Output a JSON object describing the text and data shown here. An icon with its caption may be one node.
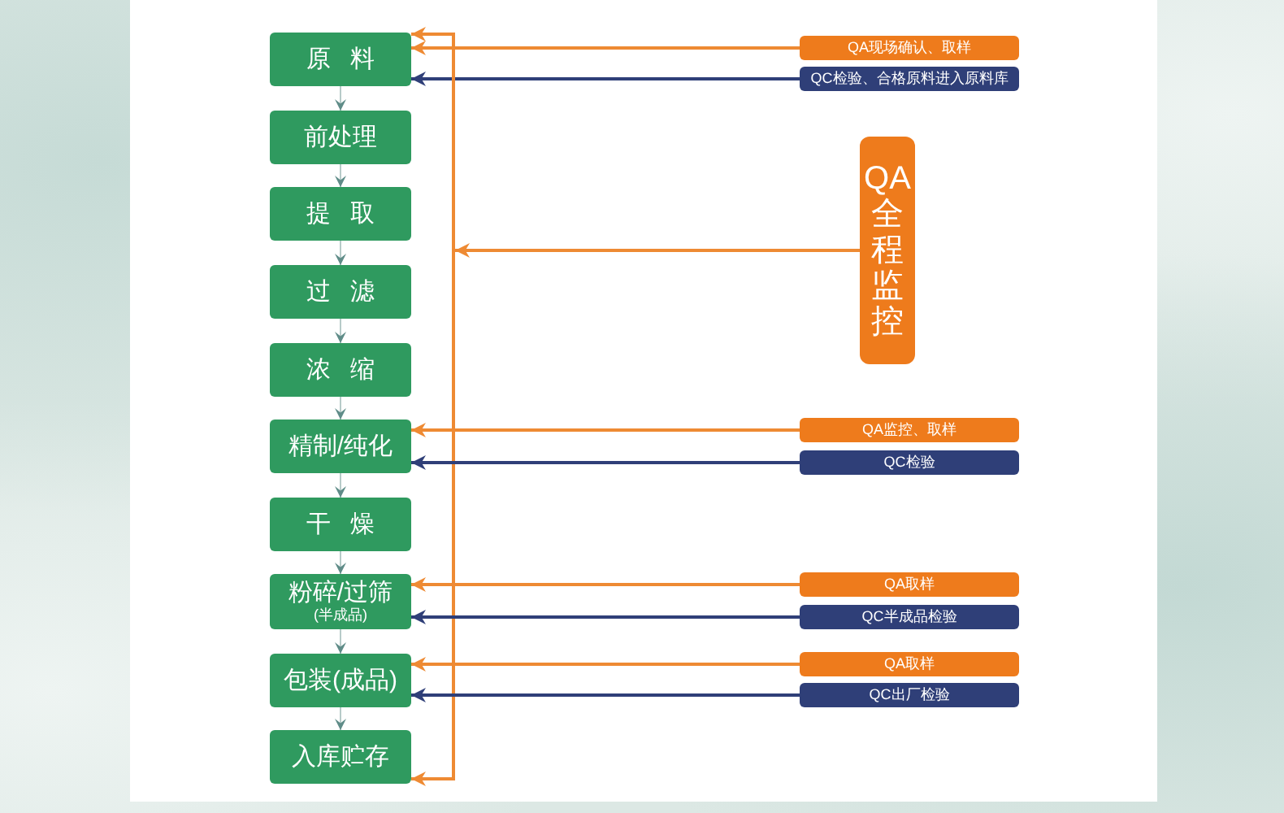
{
  "diagram": {
    "nodes": [
      {
        "text": [
          "原 料"
        ]
      },
      {
        "text": [
          "前处理"
        ]
      },
      {
        "text": [
          "提 取"
        ]
      },
      {
        "text": [
          "过 滤"
        ]
      },
      {
        "text": [
          "浓 缩"
        ]
      },
      {
        "text": [
          "精制/纯化"
        ]
      },
      {
        "text": [
          "干 燥"
        ]
      },
      {
        "text": [
          "粉碎/过筛",
          "(半成品)"
        ]
      },
      {
        "text": [
          "包装(成品)"
        ]
      },
      {
        "text": [
          "入库贮存"
        ]
      },
      {
        "text": [
          "QA现场确认、取样"
        ]
      },
      {
        "text": [
          "QC检验、合格原料进入原料库"
        ]
      },
      {
        "text": [
          "QA全程监控"
        ]
      },
      {
        "text": [
          "QA监控、取样"
        ]
      },
      {
        "text": [
          "QC检验"
        ]
      },
      {
        "text": [
          "QA取样"
        ]
      },
      {
        "text": [
          "QC半成品检验"
        ]
      },
      {
        "text": [
          "QA取样"
        ]
      },
      {
        "text": [
          "QC出厂检验"
        ]
      }
    ],
    "edges": [
      {
        "from": 0,
        "to": 1,
        "arrow": "to"
      },
      {
        "from": 1,
        "to": 2,
        "arrow": "to"
      },
      {
        "from": 2,
        "to": 3,
        "arrow": "to"
      },
      {
        "from": 3,
        "to": 4,
        "arrow": "to"
      },
      {
        "from": 4,
        "to": 5,
        "arrow": "to"
      },
      {
        "from": 5,
        "to": 6,
        "arrow": "to"
      },
      {
        "from": 6,
        "to": 7,
        "arrow": "to"
      },
      {
        "from": 7,
        "to": 8,
        "arrow": "to"
      },
      {
        "from": 8,
        "to": 9,
        "arrow": "to"
      },
      {
        "from": 10,
        "to": 0,
        "arrow": "to",
        "color": "#ee8a33"
      },
      {
        "from": 11,
        "to": 0,
        "arrow": "to",
        "color": "#2f3f78"
      },
      {
        "from": 12,
        "to": 0,
        "arrow": "to",
        "color": "#ee8a33"
      },
      {
        "from": 12,
        "to": 9,
        "arrow": "to",
        "color": "#ee8a33"
      },
      {
        "from": 13,
        "to": 5,
        "arrow": "to",
        "color": "#ee8a33"
      },
      {
        "from": 14,
        "to": 5,
        "arrow": "to",
        "color": "#2f3f78"
      },
      {
        "from": 15,
        "to": 7,
        "arrow": "to",
        "color": "#ee8a33"
      },
      {
        "from": 16,
        "to": 7,
        "arrow": "to",
        "color": "#2f3f78"
      },
      {
        "from": 17,
        "to": 8,
        "arrow": "to",
        "color": "#ee8a33"
      },
      {
        "from": 18,
        "to": 8,
        "arrow": "to",
        "color": "#2f3f78"
      }
    ]
  }
}
